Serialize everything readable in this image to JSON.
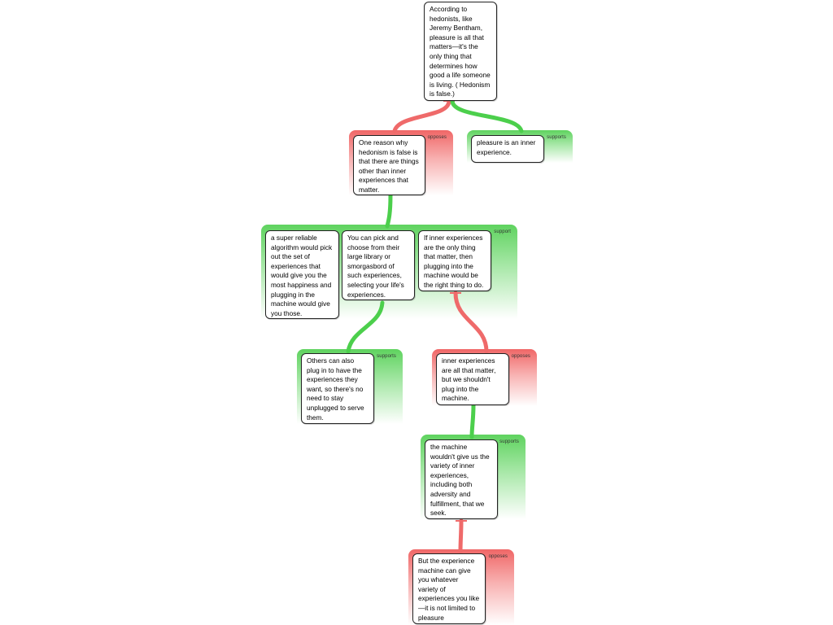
{
  "colors": {
    "support_green": "#5fd35f",
    "oppose_red": "#f06767",
    "support_link": "#4ccf4c",
    "oppose_link": "#ef6a6a"
  },
  "nodes": {
    "root": "According to hedonists, like Jeremy Bentham, pleasure is all that matters—it's the only thing that determines how good a life someone is living. ( Hedonism is false.)",
    "n1": "One reason why hedonism is false is that there are things other than inner experiences that matter.",
    "n2": "pleasure is an inner experience.",
    "n3": "a super reliable algorithm would pick out the set of experiences that would give you the most happiness and plugging in the machine would give you those.",
    "n4": "You can pick and choose from their large library or smorgasbord of such experiences, selecting your life's experiences.",
    "n5": "If inner experiences are the only thing that matter, then plugging into the machine would be the right thing to do.",
    "n6": "Others can also plug in to have the experiences they want, so there's no need to stay unplugged to serve them.",
    "n7": "inner experiences are all that matter, but we shouldn't plug into the machine.",
    "n8": "the machine wouldn't give us the variety of inner experiences, including both adversity and fulfillment, that we seek.",
    "n9": "But the experience machine can give you whatever variety of experiences you like—it is not limited to pleasure"
  },
  "groups": {
    "g1": "opposes",
    "g2": "supports",
    "g3": "support",
    "g4": "supports",
    "g5": "opposes",
    "g6": "supports",
    "g7": "opposes"
  }
}
